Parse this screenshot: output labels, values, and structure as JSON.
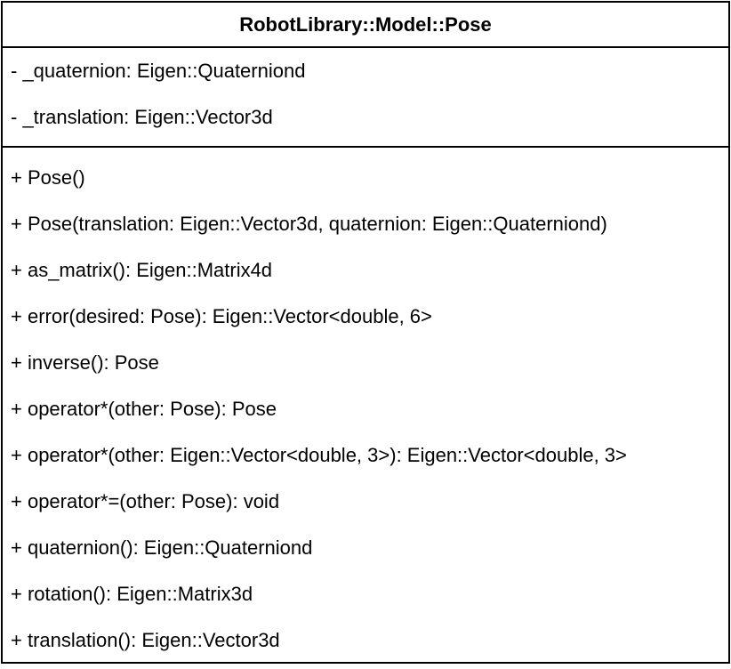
{
  "class": {
    "name": "RobotLibrary::Model::Pose",
    "attributes": [
      "- _quaternion: Eigen::Quaterniond",
      "- _translation: Eigen::Vector3d"
    ],
    "methods": [
      "+ Pose()",
      "+ Pose(translation: Eigen::Vector3d, quaternion: Eigen::Quaterniond)",
      "+ as_matrix(): Eigen::Matrix4d",
      "+ error(desired: Pose): Eigen::Vector<double, 6>",
      "+ inverse(): Pose",
      "+ operator*(other: Pose): Pose",
      "+ operator*(other: Eigen::Vector<double, 3>): Eigen::Vector<double, 3>",
      "+ operator*=(other: Pose): void",
      "+ quaternion(): Eigen::Quaterniond",
      "+ rotation(): Eigen::Matrix3d",
      "+ translation(): Eigen::Vector3d"
    ]
  }
}
